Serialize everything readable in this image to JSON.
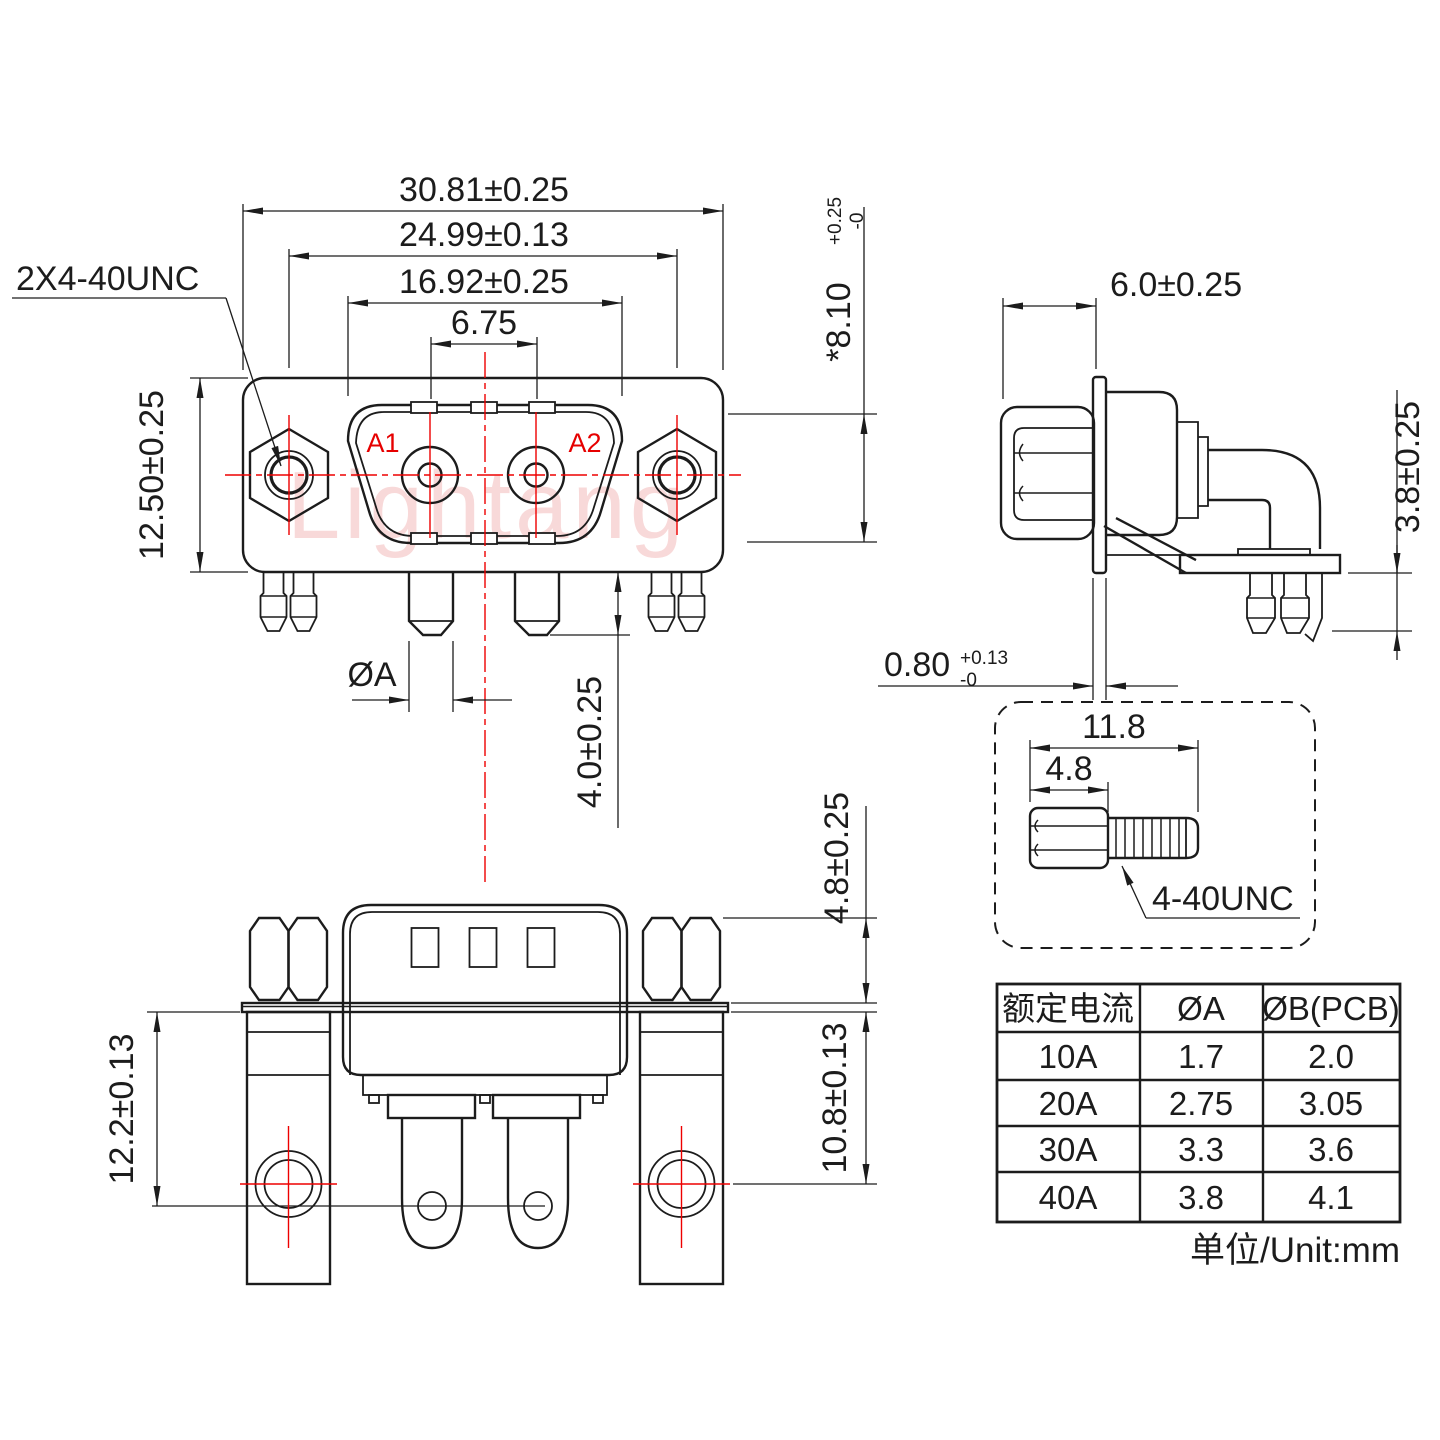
{
  "watermark": {
    "text": "Lightang"
  },
  "top_view": {
    "thread_label": "2X4-40UNC",
    "dim_outer_width": "30.81±0.25",
    "dim_mount_width": "24.99±0.13",
    "dim_shell_width": "16.92±0.25",
    "dim_contact_pitch": "6.75",
    "dim_body_height": "12.50±0.25",
    "dim_shell_height_main": "*8.10",
    "dim_shell_height_tol_plus": "+0.25",
    "dim_shell_height_tol_minus": "-0",
    "contact_labels": [
      "A1",
      "A2"
    ],
    "dim_pin_dia": "ØA",
    "dim_pin_length": "4.0±0.25"
  },
  "side_view": {
    "dim_depth": "6.0±0.25",
    "dim_bracket_height": "3.8±0.25",
    "dim_flange_main": "0.80",
    "dim_flange_tol_plus": "+0.13",
    "dim_flange_tol_minus": "-0"
  },
  "screw_detail": {
    "dim_total_length": "11.8",
    "dim_head_length": "4.8",
    "thread_label": "4-40UNC"
  },
  "front_view": {
    "dim_left_height": "12.2±0.13",
    "dim_right_height": "10.8±0.13",
    "dim_standoff": "4.8±0.25"
  },
  "table": {
    "headers": [
      "额定电流",
      "ØA",
      "ØB(PCB)"
    ],
    "rows": [
      [
        "10A",
        "1.7",
        "2.0"
      ],
      [
        "20A",
        "2.75",
        "3.05"
      ],
      [
        "30A",
        "3.3",
        "3.6"
      ],
      [
        "40A",
        "3.8",
        "4.1"
      ]
    ],
    "unit_note": "单位/Unit:mm"
  }
}
